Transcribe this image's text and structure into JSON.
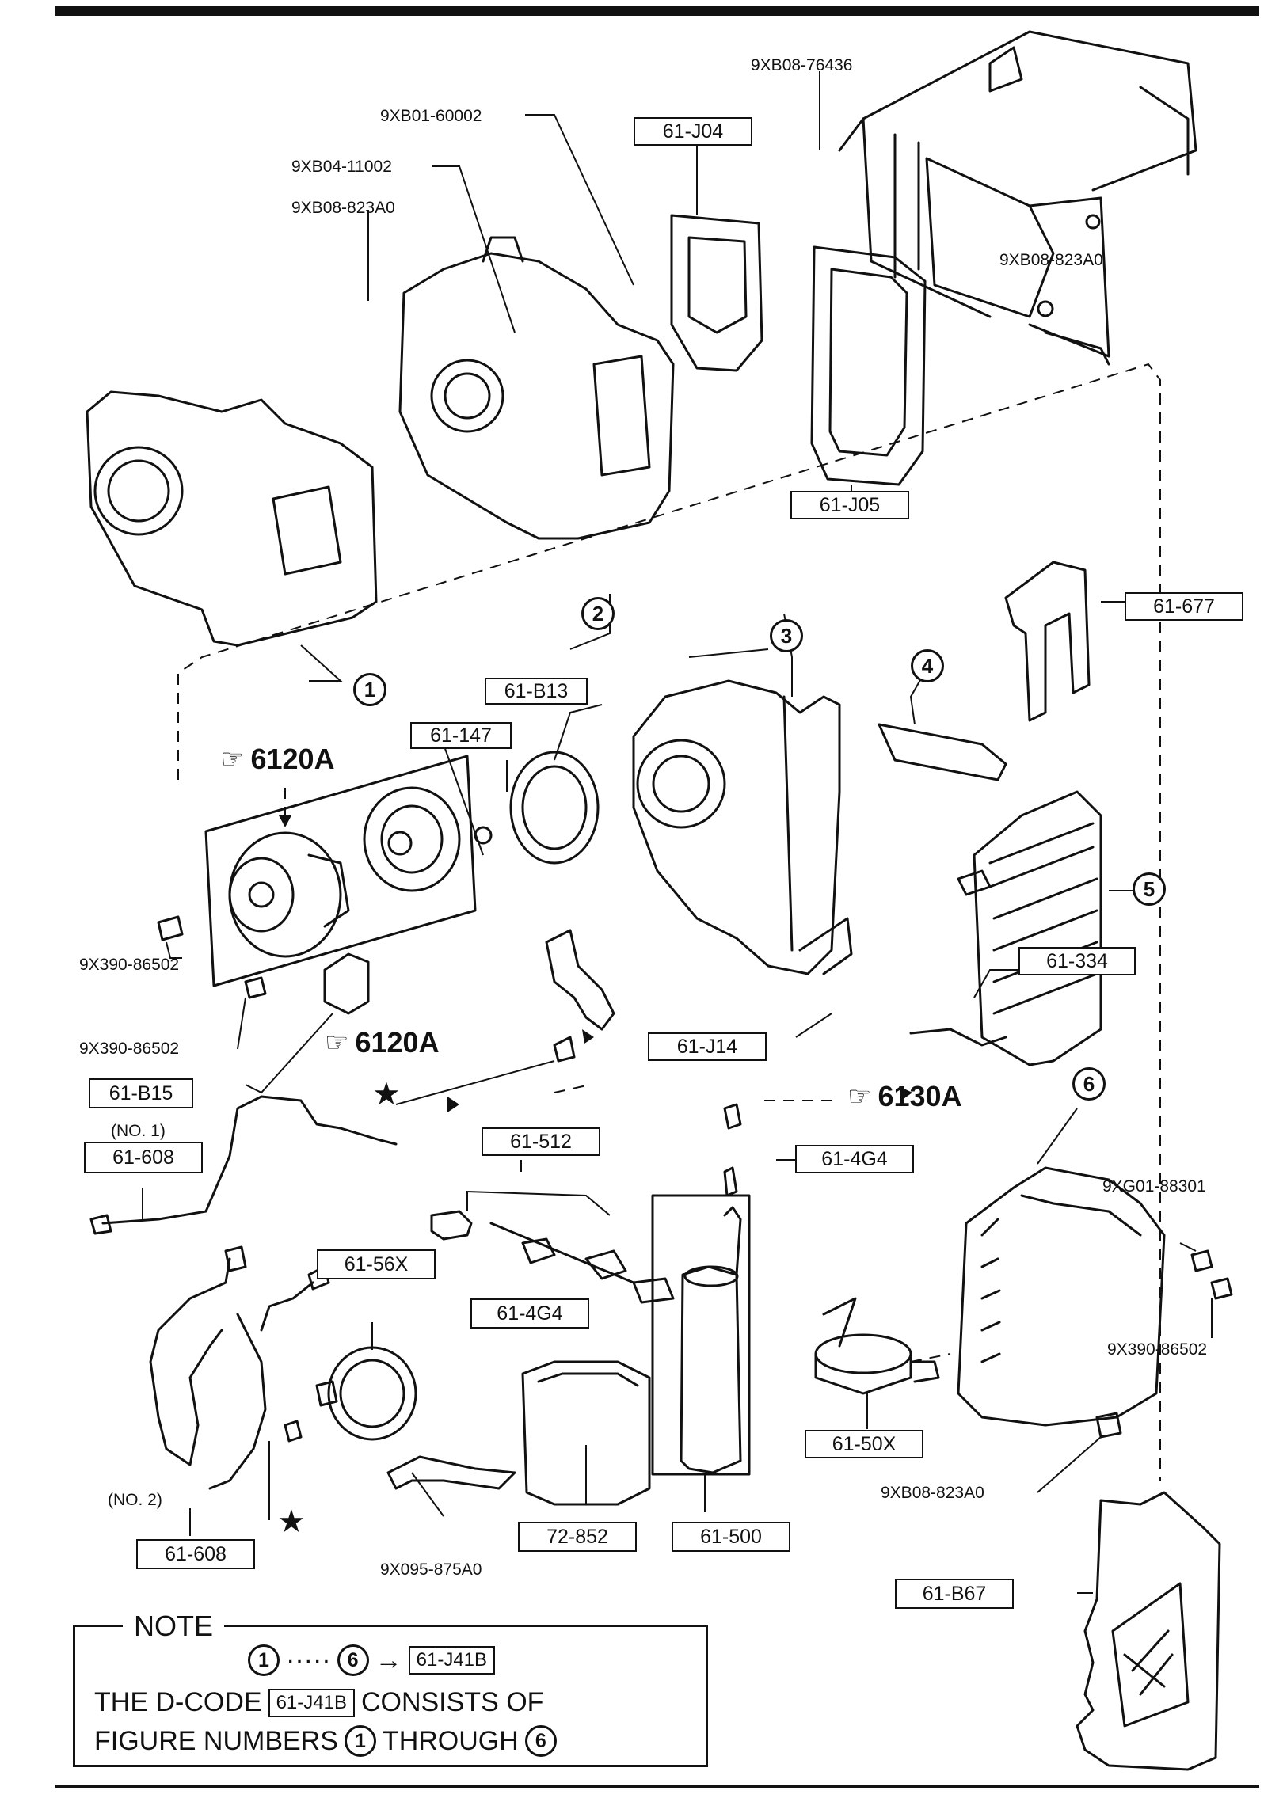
{
  "parts": [
    {
      "id": "9XB08-76436"
    },
    {
      "id": "9XB01-60002"
    },
    {
      "id": "9XB04-11002"
    },
    {
      "id": "9XB08-823A0"
    },
    {
      "id": "9X390-86502"
    },
    {
      "id": "9XG01-88301"
    },
    {
      "id": "9X095-875A0"
    }
  ],
  "labels": {
    "p1": "9XB08-76436",
    "p2": "9XB01-60002",
    "p3": "9XB04-11002",
    "p4": "9XB08-823A0",
    "p5": "9XB08-823A0",
    "p6": "9X390-86502",
    "p7": "9X390-86502",
    "p8": "9XG01-88301",
    "p9": "9X390-86502",
    "p10": "9XB08-823A0",
    "p11": "9X095-875A0",
    "no1": "(NO. 1)",
    "no2": "(NO. 2)"
  },
  "boxes": {
    "b1": "61-J04",
    "b2": "61-J05",
    "b3": "61-677",
    "b4": "61-B13",
    "b5": "61-147",
    "b6": "61-334",
    "b7": "61-J14",
    "b8": "61-B15",
    "b9": "61-608",
    "b10": "61-512",
    "b11": "61-4G4",
    "b12": "61-4G4",
    "b13": "61-56X",
    "b14": "61-50X",
    "b15": "72-852",
    "b16": "61-500",
    "b17": "61-608",
    "b18": "61-B67"
  },
  "callouts": {
    "c1": "1",
    "c2": "2",
    "c3": "3",
    "c4": "4",
    "c5": "5",
    "c6": "6"
  },
  "references": {
    "r1": "6120A",
    "r2": "6120A",
    "r3": "6130A"
  },
  "note": {
    "title": "NOTE",
    "from": "1",
    "dots": "·····",
    "to": "6",
    "arrow": "→",
    "code": "61-J41B",
    "line2_a": "THE D-CODE",
    "line2_code": "61-J41B",
    "line2_b": "CONSISTS OF",
    "line3_a": "FIGURE NUMBERS",
    "line3_from": "1",
    "line3_mid": "THROUGH",
    "line3_to": "6"
  },
  "symbols": {
    "star": "★",
    "hand": "☞"
  }
}
